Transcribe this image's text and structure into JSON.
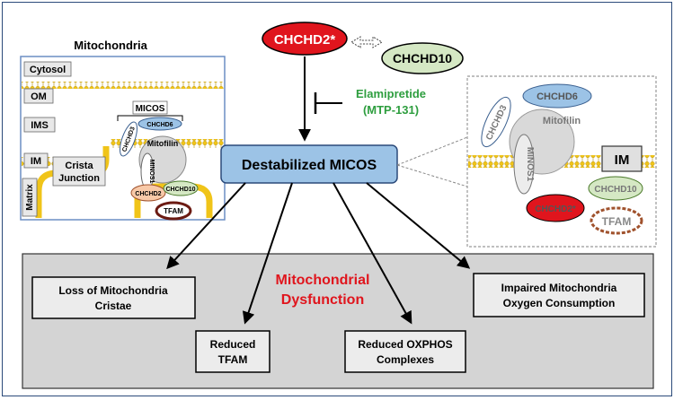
{
  "left_panel": {
    "title": "Mitochondria",
    "compartments": [
      "Cytosol",
      "OM",
      "IMS",
      "IM",
      "Matrix"
    ],
    "crista_label": [
      "Crista",
      "Junction"
    ],
    "micos_label": "MICOS",
    "proteins": {
      "chchd6": "CHCHD6",
      "chchd3": "CHCHD3",
      "mitofilin": "Mitofilin",
      "minos1": "MINOS1",
      "chchd2": "CHCHD2",
      "chchd10": "CHCHD10",
      "tfam": "TFAM"
    }
  },
  "top": {
    "chchd2_star": "CHCHD2*",
    "chchd10": "CHCHD10",
    "drug_name": "Elamipretide",
    "drug_code": "(MTP-131)"
  },
  "center": {
    "destabilized": "Destabilized MICOS"
  },
  "right_panel": {
    "chchd6": "CHCHD6",
    "chchd3": "CHCHD3",
    "mitofilin": "Mitofilin",
    "minos1": "MINOS1",
    "im": "IM",
    "chchd10": "CHCHD10",
    "chchd2_star": "CHCHD2*",
    "tfam": "TFAM"
  },
  "bottom": {
    "center_title": [
      "Mitochondrial",
      "Dysfunction"
    ],
    "outcomes": {
      "cristae": [
        "Loss of Mitochondria",
        "Cristae"
      ],
      "tfam": [
        "Reduced",
        "TFAM"
      ],
      "oxphos": [
        "Reduced OXPHOS",
        "Complexes"
      ],
      "oxygen": [
        "Impaired Mitochondria",
        "Oxygen Consumption"
      ]
    }
  },
  "colors": {
    "red": "#e0151d",
    "green_fill": "#d5e8c4",
    "blue_fill": "#9cc3e6",
    "drug_green": "#2e9e3f",
    "membrane": "#f0c419",
    "grey_panel": "#d4d4d4",
    "dysfunction_red": "#e0151d"
  }
}
